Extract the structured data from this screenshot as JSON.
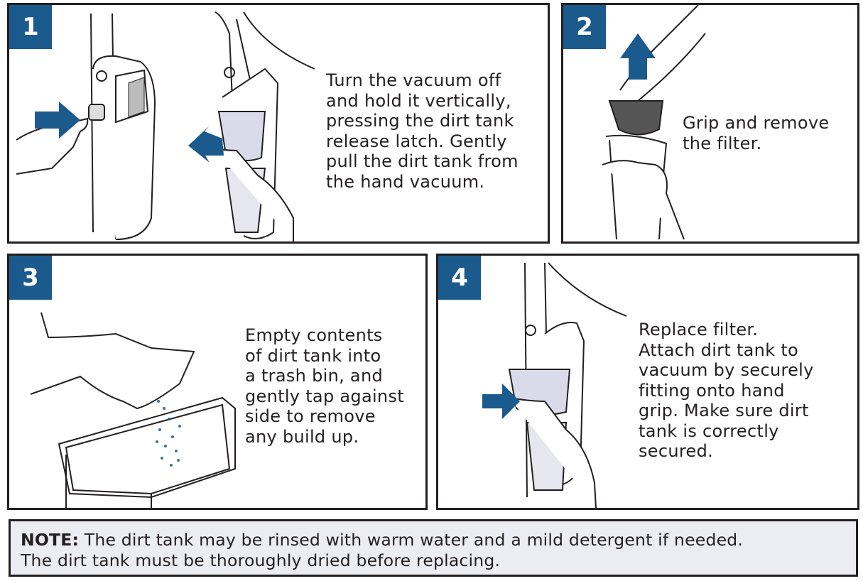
{
  "steps": [
    {
      "number": "1",
      "text": "Turn the vacuum off\nand hold it vertically,\npressing the dirt tank\nrelease latch. Gently\npull the dirt tank from\nthe hand vacuum."
    },
    {
      "number": "2",
      "text": "Grip and remove\nthe filter."
    },
    {
      "number": "3",
      "text": "Empty contents\nof dirt tank into\na trash bin, and\ngently tap against\nside to remove\nany build up."
    },
    {
      "number": "4",
      "text": "Replace filter.\nAttach dirt tank to\nvacuum by securely\nfitting onto hand\ngrip. Make sure dirt\ntank is correctly\nsecured."
    }
  ],
  "note": {
    "label": "NOTE:",
    "line1": " The dirt tank may be rinsed with warm water and a mild detergent if needed.",
    "line2": "The dirt tank must be thoroughly dried before replacing."
  },
  "colors": {
    "accent": "#1b5a8c",
    "note_bg": "#ececf3",
    "tank": "#d9dbea"
  }
}
